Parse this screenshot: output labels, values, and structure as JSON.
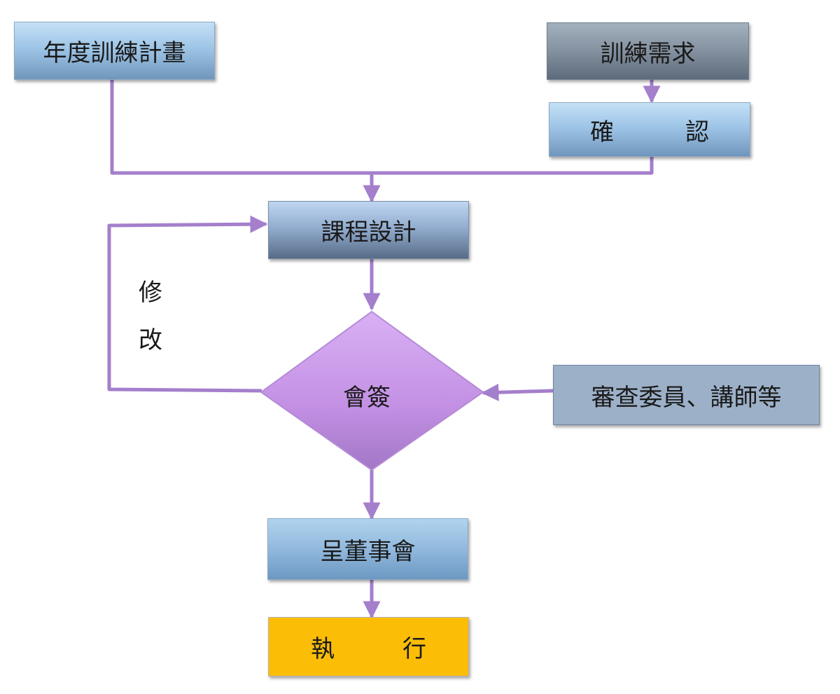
{
  "nodes": {
    "annual_plan": "年度訓練計畫",
    "training_needs": "訓練需求",
    "confirm": [
      "確",
      "認"
    ],
    "course_design": "課程設計",
    "countersign": "會簽",
    "reviewers": "審查委員、講師等",
    "submit_board": "呈董事會",
    "execute": [
      "執",
      "行"
    ]
  },
  "edge_labels": {
    "revise": [
      "修",
      "改"
    ]
  },
  "colors": {
    "connector": "#a47fcc",
    "decision_fill": "#c89ae6",
    "execute_fill": "#fcbd07"
  }
}
